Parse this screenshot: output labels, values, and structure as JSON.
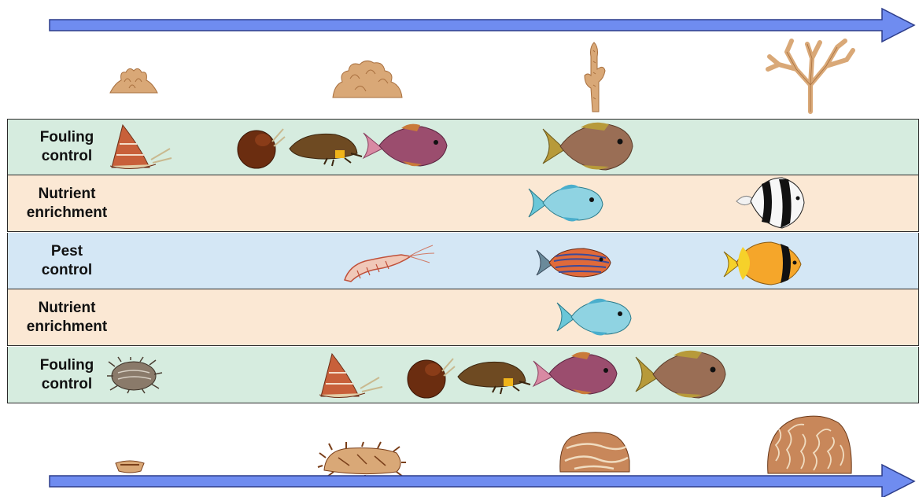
{
  "colors": {
    "arrow": "#6f8cf0",
    "arrow_stroke": "#2d3d8a",
    "fouling": "#d6ecdf",
    "nutrient": "#fbe8d4",
    "pest": "#d4e7f5",
    "coral": "#d9a877",
    "coral_dark": "#a86f3e"
  },
  "bands": [
    {
      "line1": "Fouling",
      "line2": "control",
      "color": "#d6ecdf"
    },
    {
      "line1": "Nutrient",
      "line2": "enrichment",
      "color": "#fbe8d4"
    },
    {
      "line1": "Pest",
      "line2": "control",
      "color": "#d4e7f5"
    },
    {
      "line1": "Nutrient",
      "line2": "enrichment",
      "color": "#fbe8d4"
    },
    {
      "line1": "Fouling",
      "line2": "control",
      "color": "#d6ecdf"
    }
  ],
  "icons": {
    "top_arrow": "right-arrow-icon",
    "bottom_arrow": "right-arrow-icon",
    "top_corals": [
      "small-coral-icon",
      "medium-coral-icon",
      "finger-coral-icon",
      "branching-coral-icon"
    ],
    "bottom_corals": [
      "small-encrusting-coral-icon",
      "spiny-coral-icon",
      "massive-coral-icon",
      "brain-coral-icon"
    ]
  }
}
